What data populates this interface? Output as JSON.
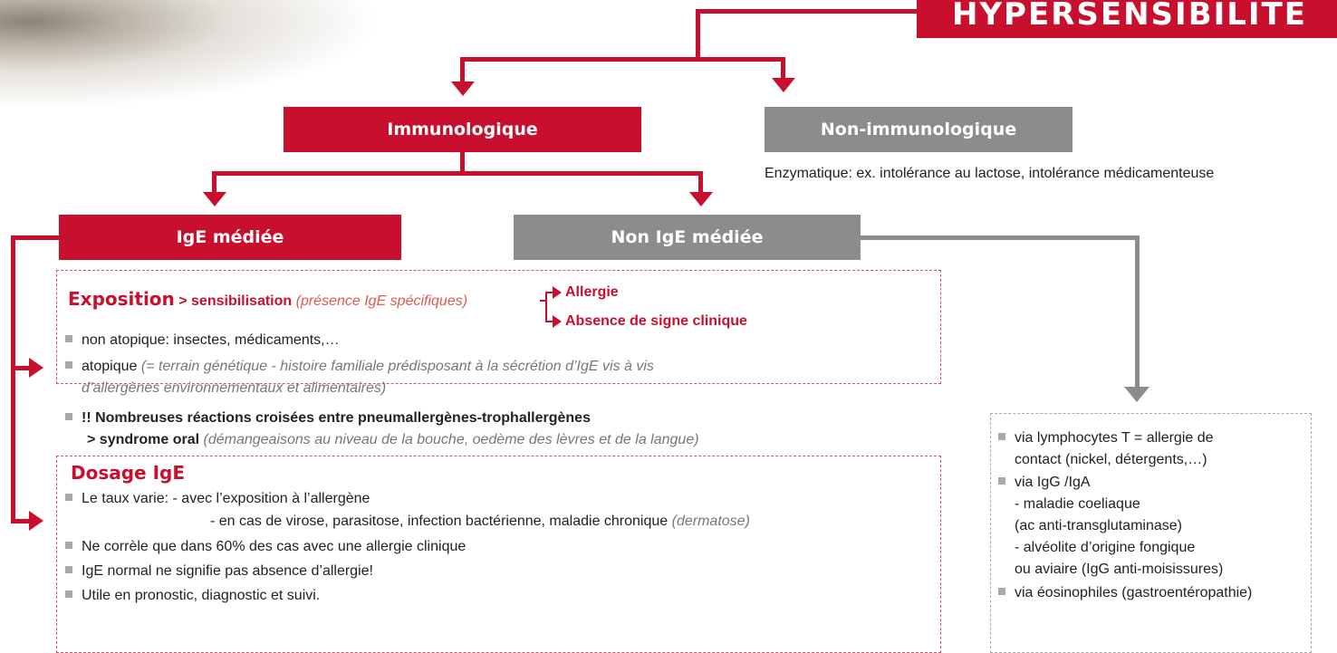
{
  "title": "HYPERSENSIBILITÉ",
  "nodes": {
    "immunologique": "Immunologique",
    "non_immunologique": "Non-immunologique",
    "ige_mediee": "IgE médiée",
    "non_ige_mediee": "Non IgE médiée"
  },
  "non_immuno_note": "Enzymatique: ex. intolérance au lactose, intolérance médicamenteuse",
  "exposition": {
    "heading": "Exposition",
    "arrow_text": "> sensibilisation",
    "note": "(présence IgE spécifiques)",
    "outcome_1": "Allergie",
    "outcome_2": "Absence de signe clinique",
    "bullet_1": "non atopique: insectes, médicaments,…",
    "bullet_2_main": "atopique",
    "bullet_2_note_a": "(= terrain génétique - histoire familiale prédisposant à la sécrétion d’IgE vis à vis",
    "bullet_2_note_b": "d’allergènes environnementaux et alimentaires)",
    "bullet_3": "!! Nombreuses réactions croisées entre pneumallergènes-trophallergènes",
    "bullet_3_sub_main": "> syndrome oral",
    "bullet_3_sub_note": "(démangeaisons au niveau de la bouche, oedème des lèvres et de la langue)"
  },
  "dosage": {
    "heading": "Dosage IgE",
    "line_1_label": "Le taux varie:",
    "line_1_a": "- avec l’exposition à l’allergène",
    "line_1_b": "- en cas de virose, parasitose, infection bactérienne, maladie chronique",
    "line_1_b_note": "(dermatose)",
    "bullet_2": "Ne corrèle que dans 60% des cas avec une allergie clinique",
    "bullet_3": "IgE normal ne signifie pas absence d’allergie!",
    "bullet_4": "Utile en pronostic, diagnostic et suivi."
  },
  "non_ige_box": {
    "b1_a": "via lymphocytes T = allergie de",
    "b1_b": "contact (nickel, détergents,…)",
    "b2_a": "via  IgG /IgA",
    "b2_b": "- maladie coeliaque",
    "b2_c": "(ac anti-transglutaminase)",
    "b2_d": "- alvéolite d’origine fongique",
    "b2_e": "ou aviaire (IgG anti-moisissures)",
    "b3": "via éosinophiles (gastroentéropathie)"
  },
  "colors": {
    "accent": "#c8102e",
    "neutral": "#8c8c8c"
  }
}
